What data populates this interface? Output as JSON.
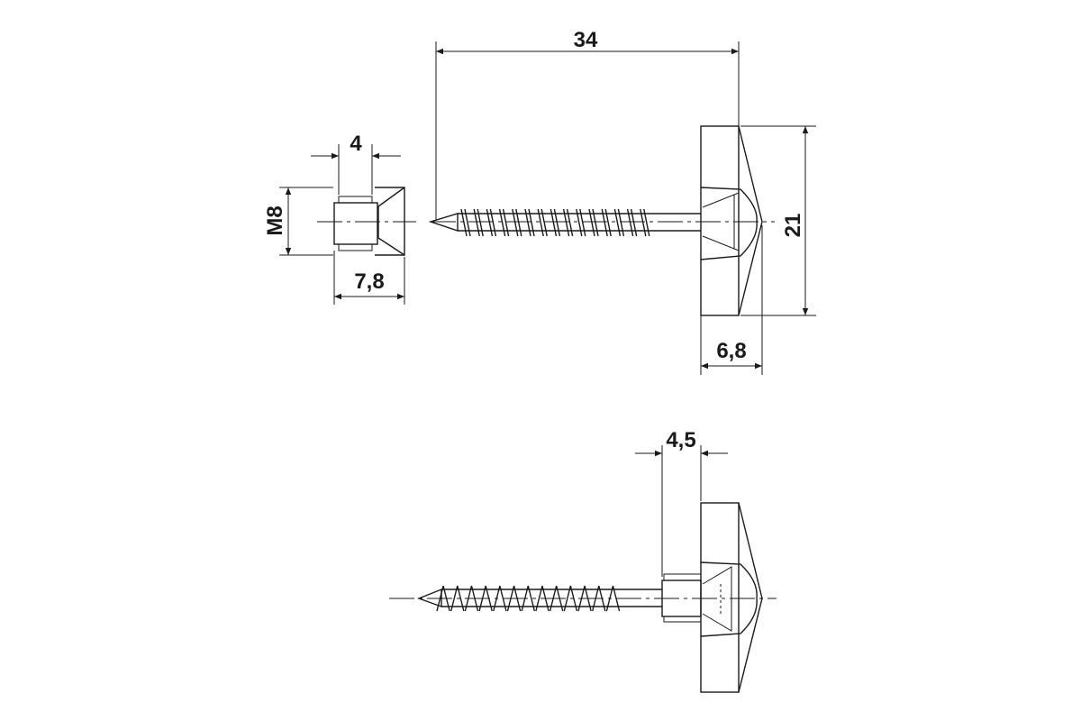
{
  "drawing": {
    "line_color": "#1a1a1a",
    "dimensions": {
      "overall_length": "34",
      "head_diameter": "21",
      "head_height": "6,8",
      "sleeve_flange_width": "4",
      "sleeve_thread": "M8",
      "sleeve_length": "7,8",
      "assembled_offset": "4,5"
    }
  }
}
